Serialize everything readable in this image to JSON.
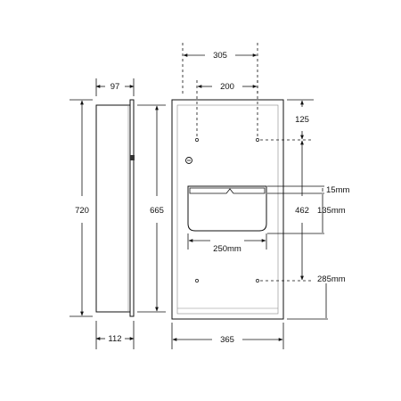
{
  "dimensions": {
    "overall_width": "305",
    "hole_spacing": "200",
    "side_depth": "97",
    "height_total": "720",
    "height_inner": "665",
    "top_offset": "125",
    "mid_height": "462",
    "slot_gap": "15mm",
    "slot_height": "135mm",
    "slot_width": "250mm",
    "bottom_offset": "285mm",
    "side_base": "112",
    "front_width": "365"
  }
}
